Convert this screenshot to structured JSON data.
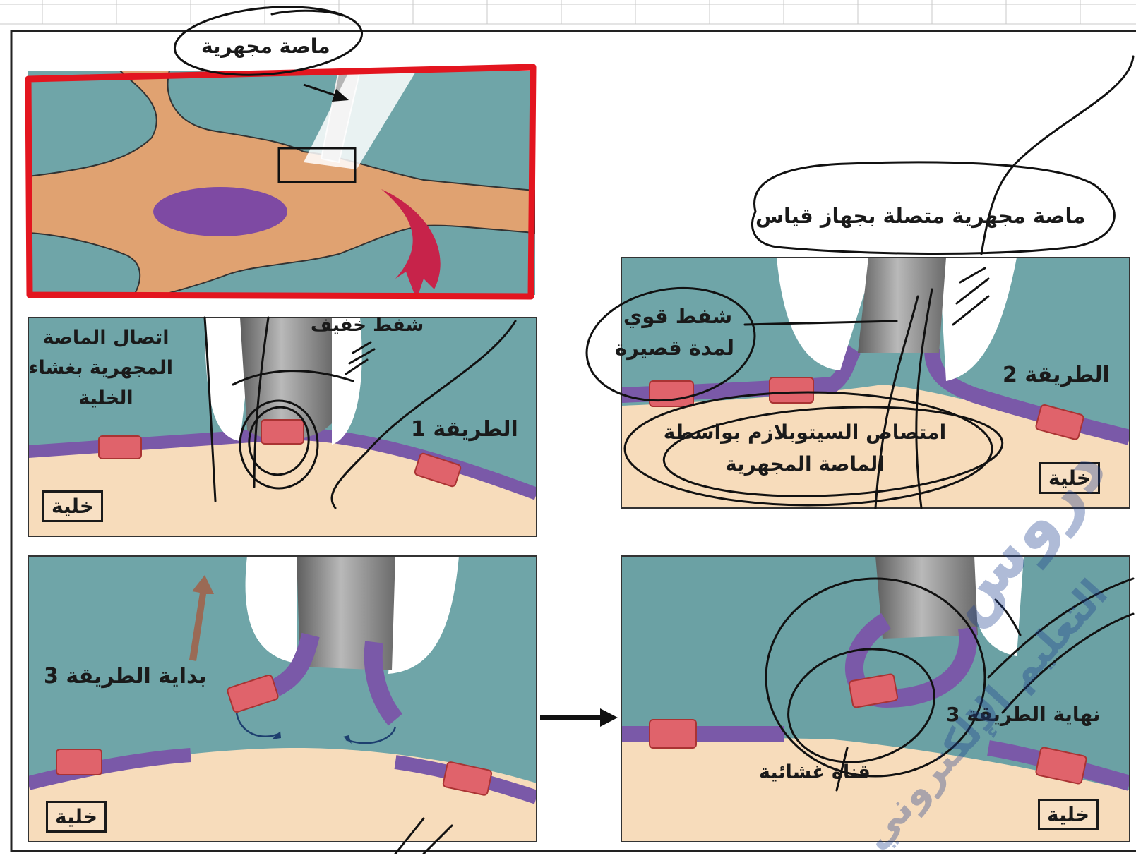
{
  "colors": {
    "fluid": "#6fa5a8",
    "fluid_dark": "#5b9195",
    "cytoplasm": "#f7dcbb",
    "neuron": "#e0a271",
    "nucleus": "#7e4aa3",
    "membrane": "#7a59a8",
    "channel": "#e0636b",
    "pipette": "#8a8a8a",
    "red_frame": "#e3151f",
    "ink": "#111111",
    "arrow_red": "#c7234a",
    "arrow_brown": "#9a6a55",
    "watermark": "#1d3f8f"
  },
  "labels": {
    "micropipette": "ماصة مجهرية",
    "micropipette_connected": "ماصة مجهرية متصلة بجهاز قياس",
    "weak_suction": "شفط خفيف",
    "strong_suction_1": "شفط قوي",
    "strong_suction_2": "لمدة قصيرة",
    "attach_1": "اتصال الماصة",
    "attach_2": "المجهرية بغشاء",
    "attach_3": "الخلية",
    "method_1": "الطريقة 1",
    "method_2": "الطريقة 2",
    "absorb_1": "امتصاص السيتوبلازم بواسطة",
    "absorb_2": "الماصة المجهرية",
    "start_method_3": "بداية الطريقة 3",
    "end_method_3": "نهاية الطريقة 3",
    "membrane_channel": "قناة غشائية",
    "cell": "خلية"
  },
  "watermark": {
    "line_1": "دروس",
    "line_2": "التعليم الإلكتروني"
  },
  "icons": {
    "process_arrow": "right-arrow-icon",
    "curved_arrow": "curved-arrow-icon",
    "up_arrow": "up-arrow-icon"
  }
}
